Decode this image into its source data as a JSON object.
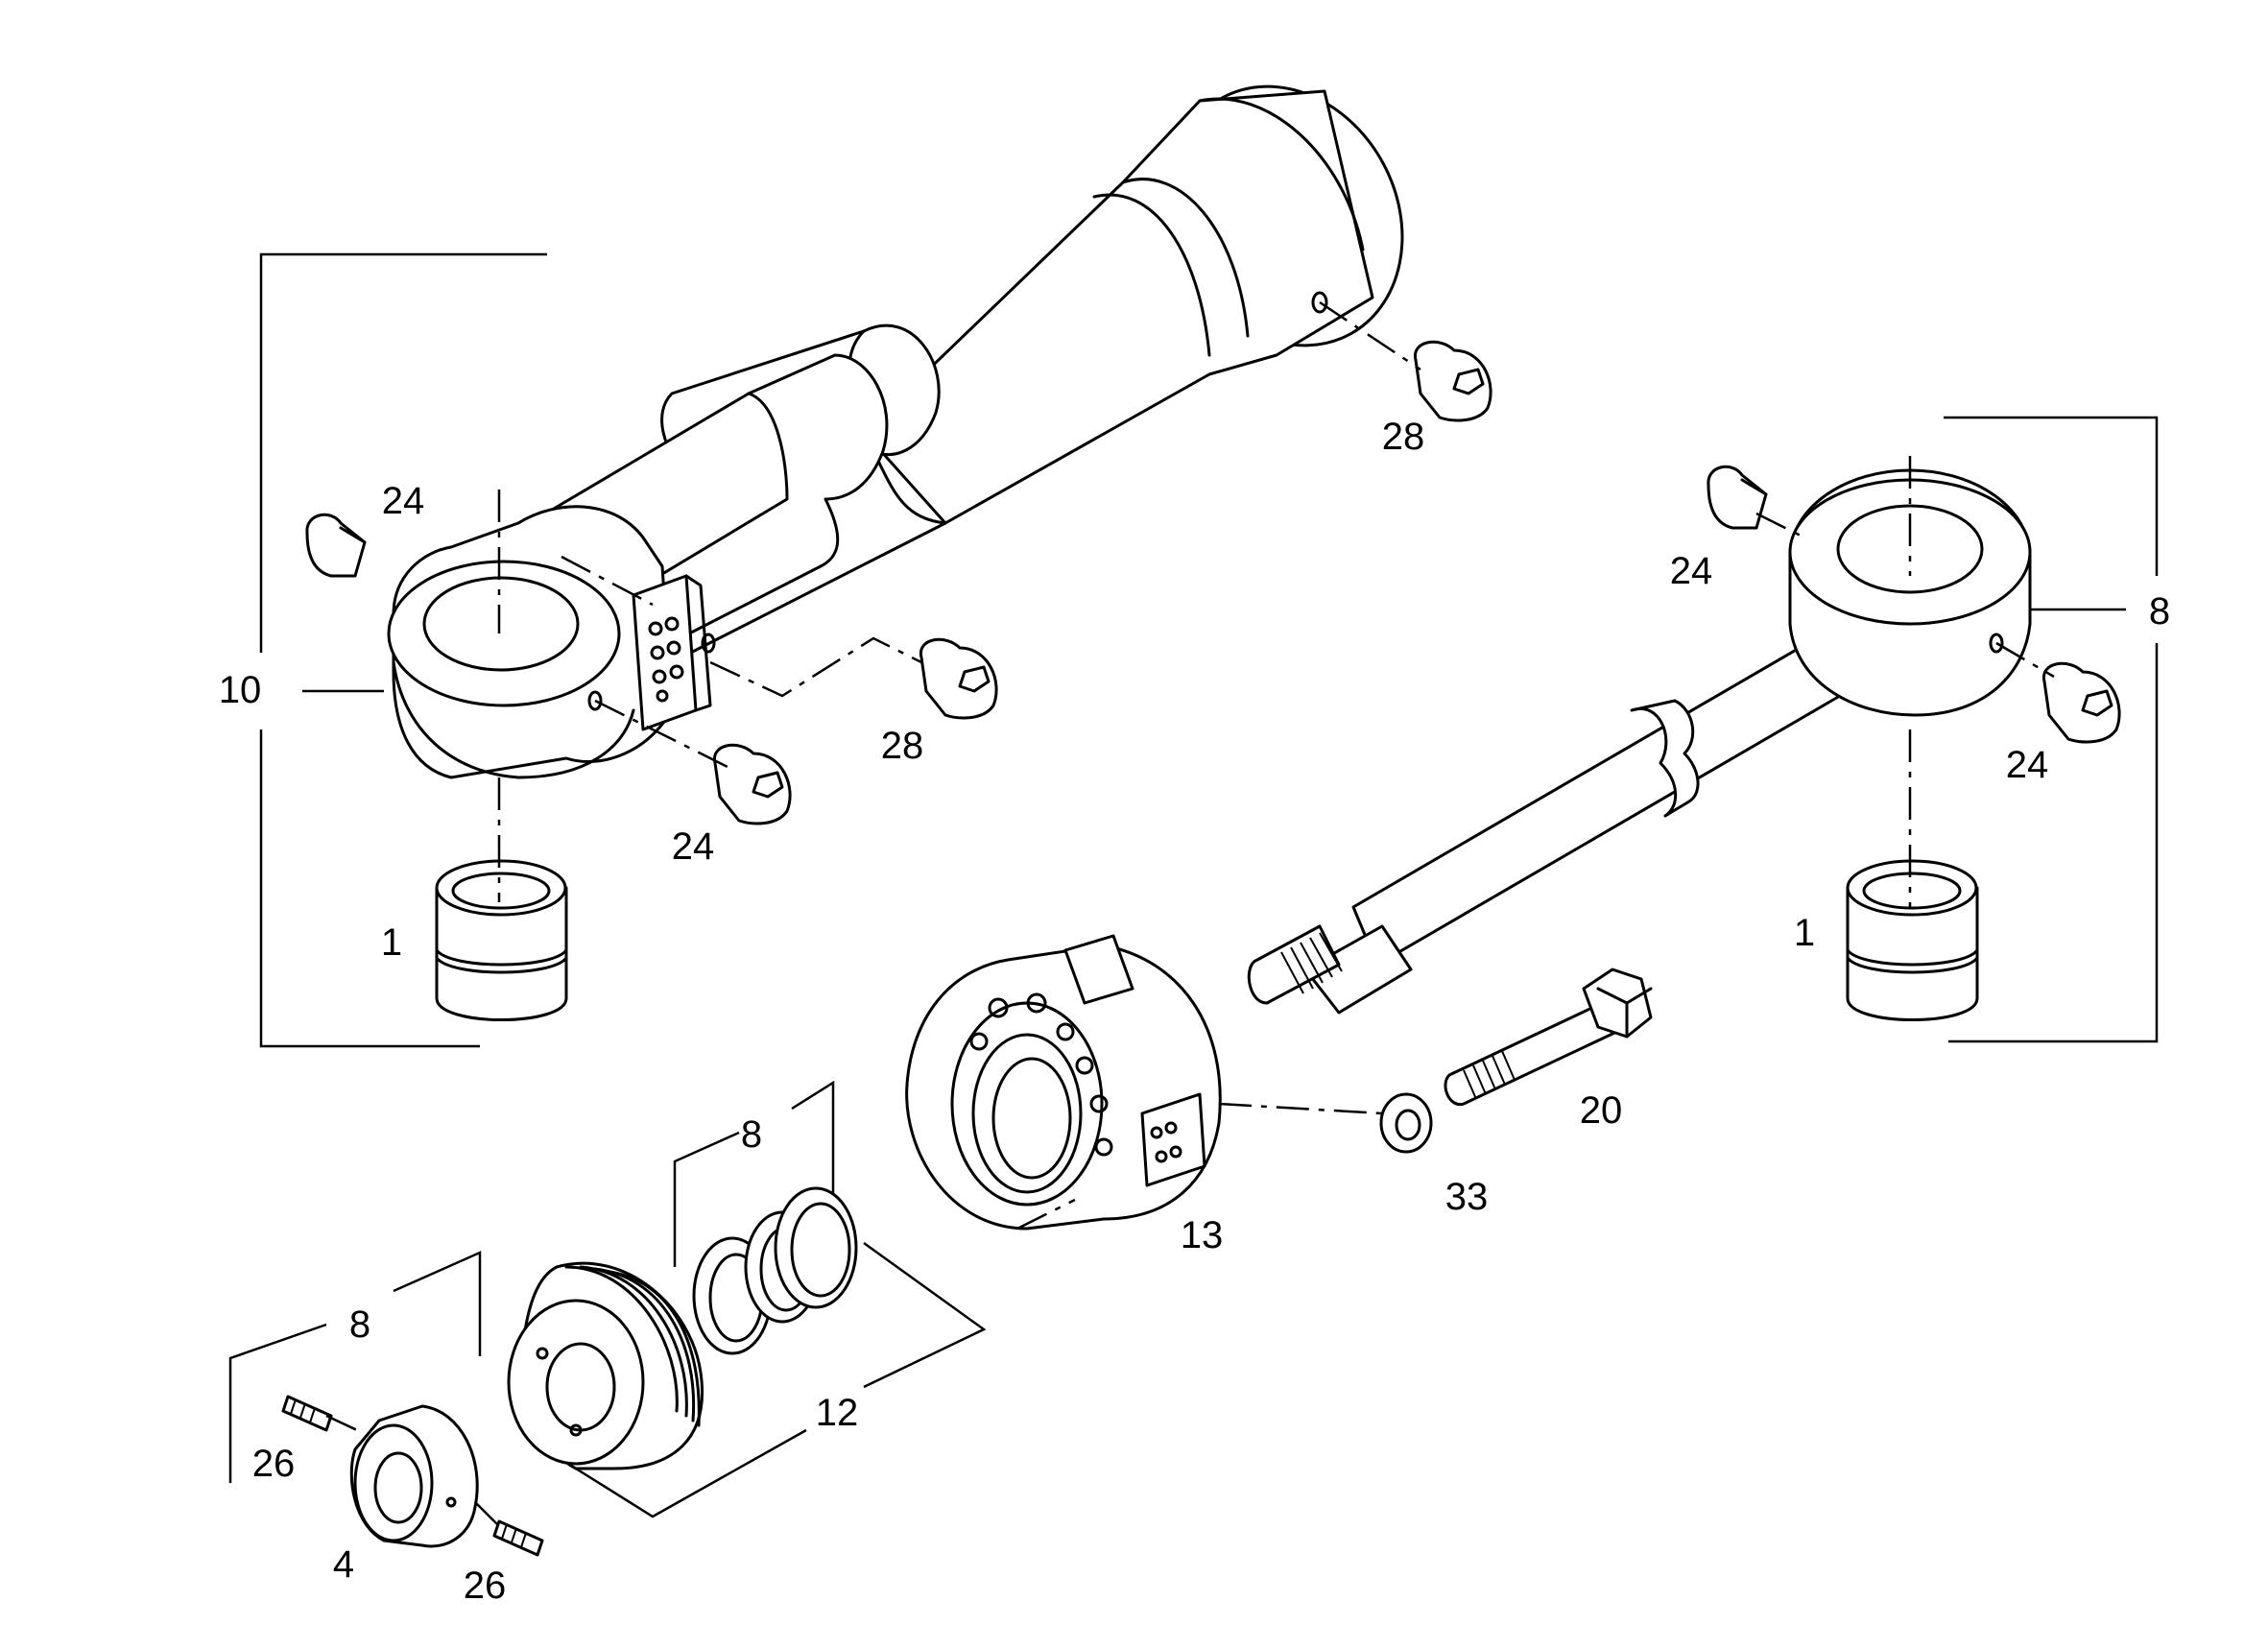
{
  "callouts": [
    {
      "id": "c-10",
      "text": "10"
    },
    {
      "id": "c-24-a",
      "text": "24"
    },
    {
      "id": "c-28-a",
      "text": "28"
    },
    {
      "id": "c-28-b",
      "text": "28"
    },
    {
      "id": "c-24-b",
      "text": "24"
    },
    {
      "id": "c-1-a",
      "text": "1"
    },
    {
      "id": "c-24-c",
      "text": "24"
    },
    {
      "id": "c-8-a",
      "text": "8"
    },
    {
      "id": "c-24-d",
      "text": "24"
    },
    {
      "id": "c-1-b",
      "text": "1"
    },
    {
      "id": "c-20",
      "text": "20"
    },
    {
      "id": "c-33",
      "text": "33"
    },
    {
      "id": "c-13",
      "text": "13"
    },
    {
      "id": "c-8-b",
      "text": "8"
    },
    {
      "id": "c-12",
      "text": "12"
    },
    {
      "id": "c-8-c",
      "text": "8"
    },
    {
      "id": "c-26-a",
      "text": "26"
    },
    {
      "id": "c-4",
      "text": "4"
    },
    {
      "id": "c-26-b",
      "text": "26"
    }
  ]
}
